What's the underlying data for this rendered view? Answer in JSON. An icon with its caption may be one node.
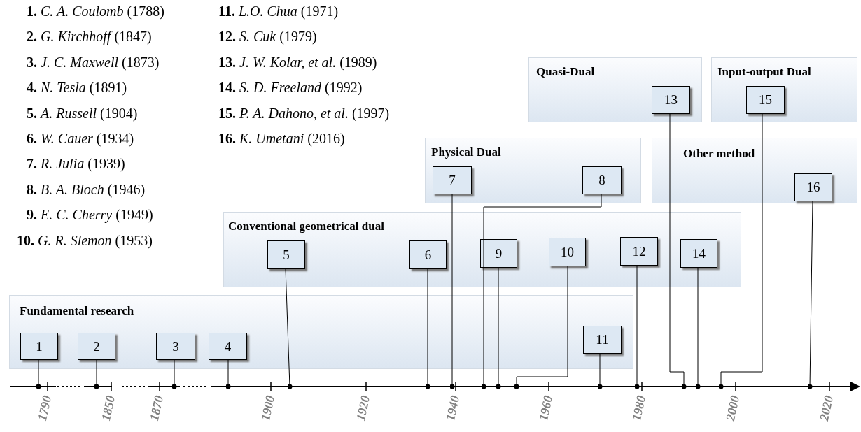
{
  "diagram": {
    "nodes": [
      {
        "text": [
          "Quasi-Dual"
        ]
      },
      {
        "text": [
          "13"
        ],
        "in": 0
      },
      {
        "text": [
          "Input-output Dual"
        ]
      },
      {
        "text": [
          "15"
        ],
        "in": 2
      },
      {
        "text": [
          "Physical Dual"
        ]
      },
      {
        "text": [
          "7"
        ],
        "in": 4
      },
      {
        "text": [
          "8"
        ],
        "in": 4
      },
      {
        "text": [
          "Other method"
        ]
      },
      {
        "text": [
          "16"
        ],
        "in": 7
      },
      {
        "text": [
          "Conventional geometrical dual"
        ]
      },
      {
        "text": [
          "5"
        ],
        "in": 9
      },
      {
        "text": [
          "6"
        ],
        "in": 9
      },
      {
        "text": [
          "9"
        ],
        "in": 9
      },
      {
        "text": [
          "10"
        ],
        "in": 9
      },
      {
        "text": [
          "12"
        ],
        "in": 9
      },
      {
        "text": [
          "14"
        ],
        "in": 9
      },
      {
        "text": [
          "Fundamental research"
        ]
      },
      {
        "text": [
          "1"
        ],
        "in": 16
      },
      {
        "text": [
          "2"
        ],
        "in": 16
      },
      {
        "text": [
          "3"
        ],
        "in": 16
      },
      {
        "text": [
          "4"
        ],
        "in": 16
      },
      {
        "text": [
          "11"
        ],
        "in": 16
      },
      {
        "text": [],
        "shape": "bar"
      }
    ],
    "edges": [
      {
        "from": 17,
        "to": 22,
        "arrow": "other"
      },
      {
        "from": 18,
        "to": 22,
        "arrow": "other"
      },
      {
        "from": 19,
        "to": 22,
        "arrow": "other"
      },
      {
        "from": 20,
        "to": 22,
        "arrow": "other"
      },
      {
        "from": 10,
        "to": 22,
        "arrow": "other"
      },
      {
        "from": 11,
        "to": 22,
        "arrow": "other"
      },
      {
        "from": 5,
        "to": 22,
        "arrow": "other"
      },
      {
        "from": 6,
        "to": 22,
        "arrow": "other"
      },
      {
        "from": 12,
        "to": 22,
        "arrow": "other"
      },
      {
        "from": 13,
        "to": 22,
        "arrow": "other"
      },
      {
        "from": 21,
        "to": 22,
        "arrow": "other"
      },
      {
        "from": 14,
        "to": 22,
        "arrow": "other"
      },
      {
        "from": 1,
        "to": 22,
        "arrow": "other"
      },
      {
        "from": 15,
        "to": 22,
        "arrow": "other"
      },
      {
        "from": 3,
        "to": 22,
        "arrow": "other"
      },
      {
        "from": 8,
        "to": 22,
        "arrow": "other"
      }
    ],
    "labels": [
      "**1.** *C. A. Coulomb* (1788)",
      "**11.** *L.O. Chua* (1971)",
      "**2.** *G. Kirchhoff* (1847)",
      "**12.** *S. Cuk* (1979)",
      "**3.** *J. C. Maxwell* (1873)",
      "**13.** *J. W. Kolar, et al.* (1989)",
      "**4.** *N. Tesla* (1891)",
      "**14.** *S. D. Freeland* (1992)",
      "**5.** *A. Russell* (1904)",
      "**15.** *P. A. Dahono, et al.* (1997)",
      "**6.** *W. Cauer* (1934)",
      "**16.** *K. Umetani* (2016)",
      "**7.** *R. Julia* (1939)",
      "**8.** *B. A. Bloch* (1946)",
      "**9.** *E. C. Cherry* (1949)",
      "**10.** *G. R. Slemon* (1953)",
      "1790",
      "1850",
      "1870",
      "1900",
      "1920",
      "1940",
      "1960",
      "1980",
      "2000",
      "2020"
    ]
  }
}
